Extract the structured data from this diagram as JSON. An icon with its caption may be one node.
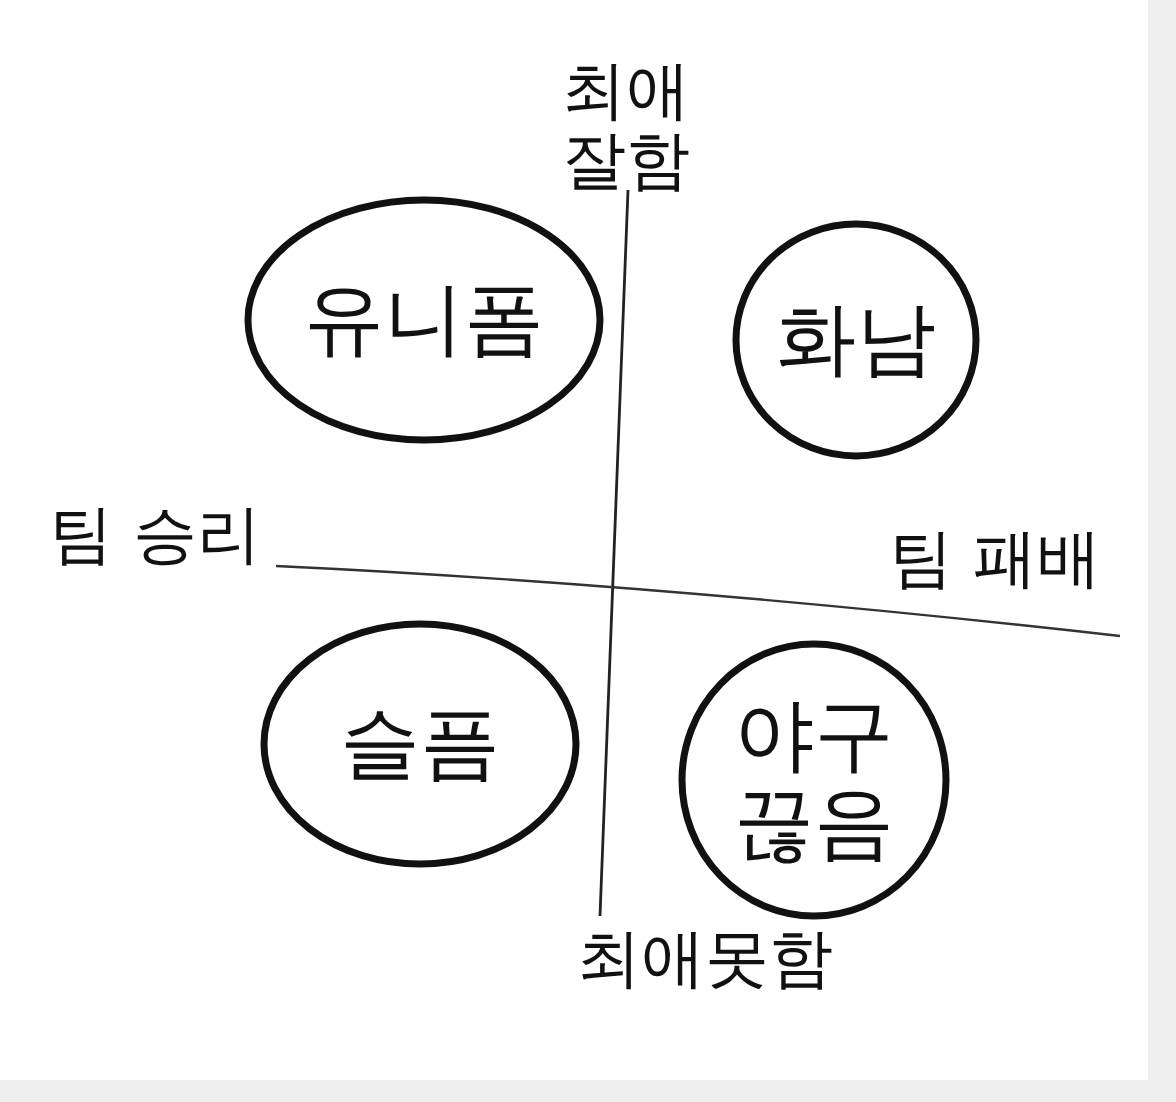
{
  "diagram": {
    "nodes": [
      {
        "text": [
          "유니폼"
        ]
      },
      {
        "text": [
          "화남"
        ]
      },
      {
        "text": [
          "슬픔"
        ]
      },
      {
        "text": [
          "야구 끊음"
        ]
      }
    ],
    "labels": [
      "최애 잘함",
      "팀 승리",
      "팀 패배",
      "최애못함"
    ]
  }
}
